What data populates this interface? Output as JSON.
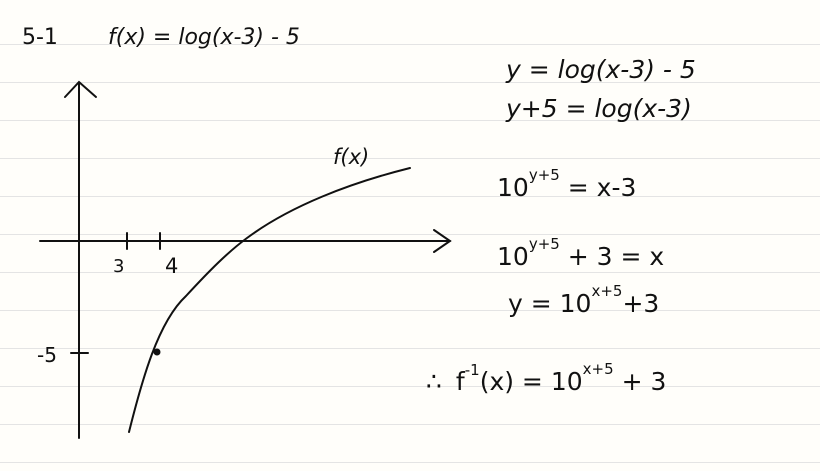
{
  "header": {
    "problem_number": "5-1",
    "function_definition": "f(x) = log(x-3) - 5"
  },
  "graph": {
    "curve_label": "f(x)",
    "x_tick_labels": [
      "3",
      "4"
    ],
    "y_tick_label": "-5"
  },
  "work": {
    "steps": [
      {
        "base": "y = log(x-3) - 5"
      },
      {
        "base": "y+5 = log(x-3)"
      },
      {
        "base": "10",
        "sup": "y+5",
        "rest": " = x-3"
      },
      {
        "base": "10",
        "sup": "y+5",
        "rest": " + 3 = x"
      },
      {
        "base": "y = 10",
        "sup": "x+5",
        "rest": "+3"
      }
    ],
    "conclusion": {
      "therefore": "∴",
      "lhs": "f",
      "lhs_sup": "-1",
      "lhs_rest": "(x) = 10",
      "sup": "x+5",
      "rest": " + 3"
    }
  },
  "colors": {
    "ink": "#111111",
    "rule_line": "#e4e4e4",
    "paper": "#fffefa"
  }
}
